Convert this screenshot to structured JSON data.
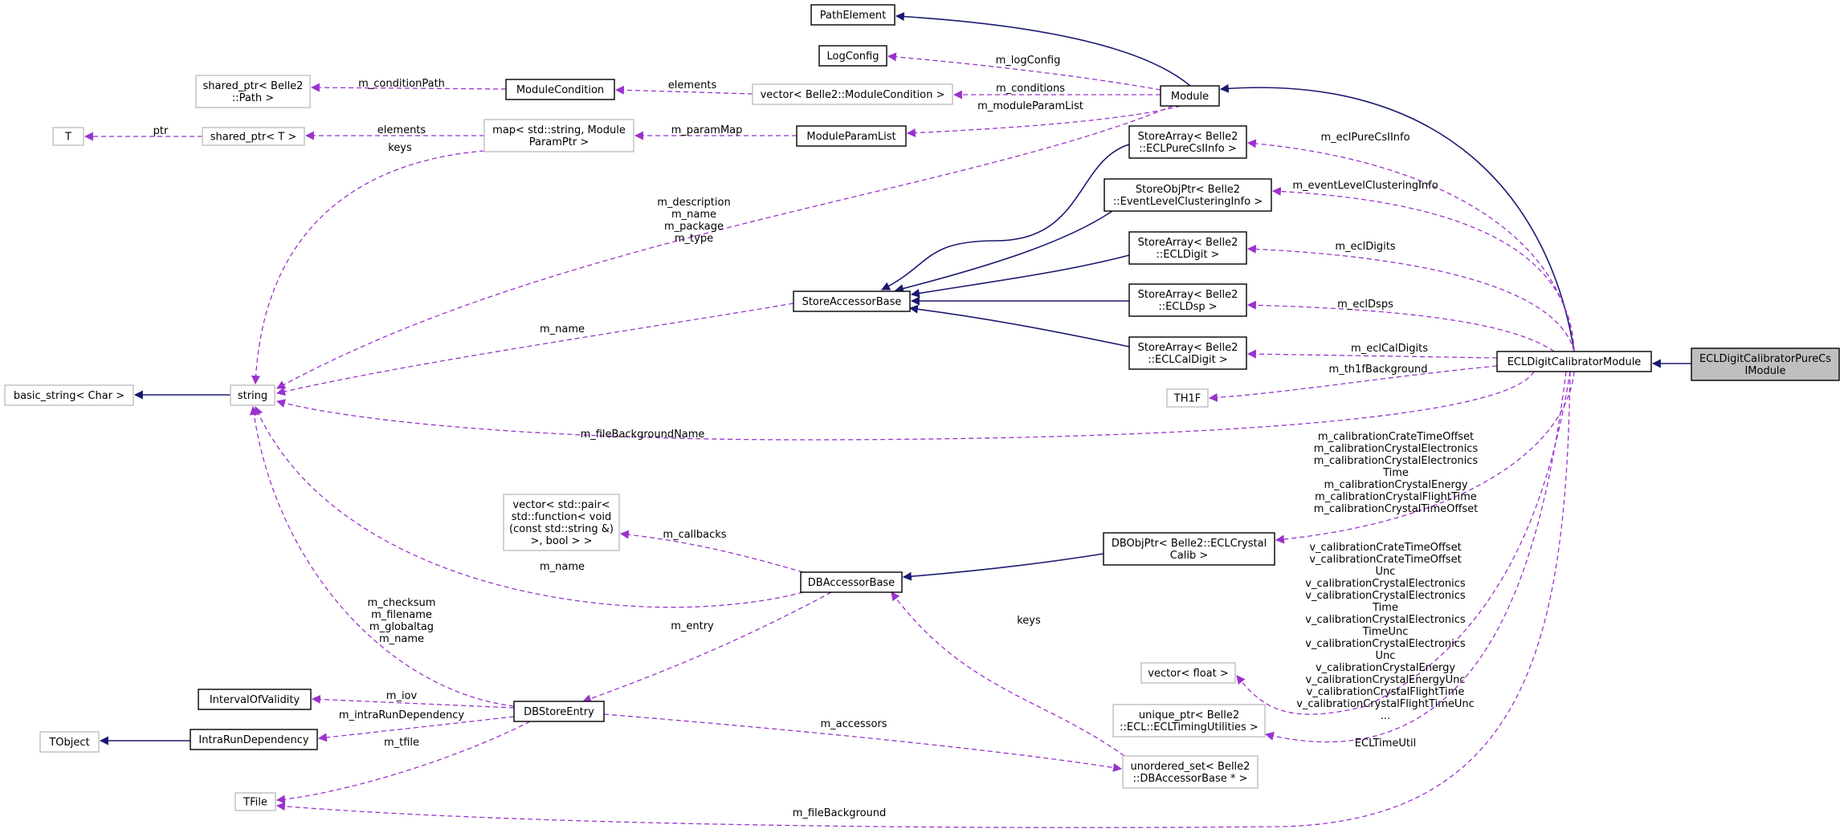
{
  "colors": {
    "inheritance_edge": "#191970",
    "usage_edge": "#9a32cd",
    "node_border": "#000000",
    "undocumented_border": "#bfbfbf",
    "highlight_fill": "#bfbfbf"
  },
  "nodes": [
    {
      "id": "PathElement",
      "lines": [
        "PathElement"
      ],
      "style": "doc"
    },
    {
      "id": "LogConfig",
      "lines": [
        "LogConfig"
      ],
      "style": "doc"
    },
    {
      "id": "SharedPtrPath",
      "lines": [
        "shared_ptr< Belle2",
        "::Path >"
      ],
      "style": "undoc"
    },
    {
      "id": "ModuleCondition",
      "lines": [
        "ModuleCondition"
      ],
      "style": "doc"
    },
    {
      "id": "VectorModuleCondition",
      "lines": [
        "vector< Belle2::ModuleCondition >"
      ],
      "style": "undoc"
    },
    {
      "id": "Module",
      "lines": [
        "Module"
      ],
      "style": "doc"
    },
    {
      "id": "T",
      "lines": [
        "T"
      ],
      "style": "undoc"
    },
    {
      "id": "SharedPtrT",
      "lines": [
        "shared_ptr< T >"
      ],
      "style": "undoc"
    },
    {
      "id": "MapParam",
      "lines": [
        "map< std::string, Module",
        "ParamPtr >"
      ],
      "style": "undoc"
    },
    {
      "id": "ModuleParamList",
      "lines": [
        "ModuleParamList"
      ],
      "style": "doc"
    },
    {
      "id": "SAPureCsI",
      "lines": [
        "StoreArray< Belle2",
        "::ECLPureCsIInfo >"
      ],
      "style": "doc"
    },
    {
      "id": "SOPEvent",
      "lines": [
        "StoreObjPtr< Belle2",
        "::EventLevelClusteringInfo >"
      ],
      "style": "doc"
    },
    {
      "id": "SADigit",
      "lines": [
        "StoreArray< Belle2",
        "::ECLDigit >"
      ],
      "style": "doc"
    },
    {
      "id": "StoreAccessorBase",
      "lines": [
        "StoreAccessorBase"
      ],
      "style": "doc"
    },
    {
      "id": "SADsp",
      "lines": [
        "StoreArray< Belle2",
        "::ECLDsp >"
      ],
      "style": "doc"
    },
    {
      "id": "SACalDigit",
      "lines": [
        "StoreArray< Belle2",
        "::ECLCalDigit >"
      ],
      "style": "doc"
    },
    {
      "id": "basic_string",
      "lines": [
        "basic_string< Char >"
      ],
      "style": "undoc"
    },
    {
      "id": "string",
      "lines": [
        "string"
      ],
      "style": "undoc"
    },
    {
      "id": "TH1F",
      "lines": [
        "TH1F"
      ],
      "style": "undoc"
    },
    {
      "id": "ECLDigitCalibratorModule",
      "lines": [
        "ECLDigitCalibratorModule"
      ],
      "style": "doc"
    },
    {
      "id": "ECLDigitCalibratorPureCsIModule",
      "lines": [
        "ECLDigitCalibratorPureCs",
        "IModule"
      ],
      "style": "highlight"
    },
    {
      "id": "VectorPair",
      "lines": [
        "vector< std::pair<",
        "std::function< void",
        "(const std::string &)",
        ">, bool > >"
      ],
      "style": "undoc"
    },
    {
      "id": "DBObjPtr",
      "lines": [
        "DBObjPtr< Belle2::ECLCrystal",
        "Calib >"
      ],
      "style": "doc"
    },
    {
      "id": "DBAccessorBase",
      "lines": [
        "DBAccessorBase"
      ],
      "style": "doc"
    },
    {
      "id": "VectorFloat",
      "lines": [
        "vector< float >"
      ],
      "style": "undoc"
    },
    {
      "id": "IntervalOfValidity",
      "lines": [
        "IntervalOfValidity"
      ],
      "style": "doc"
    },
    {
      "id": "DBStoreEntry",
      "lines": [
        "DBStoreEntry"
      ],
      "style": "doc"
    },
    {
      "id": "UniquePtr",
      "lines": [
        "unique_ptr< Belle2",
        "::ECL::ECLTimingUtilities >"
      ],
      "style": "undoc"
    },
    {
      "id": "TObject",
      "lines": [
        "TObject"
      ],
      "style": "undoc"
    },
    {
      "id": "IntraRunDependency",
      "lines": [
        "IntraRunDependency"
      ],
      "style": "doc"
    },
    {
      "id": "UnorderedSet",
      "lines": [
        "unordered_set< Belle2",
        "::DBAccessorBase * >"
      ],
      "style": "undoc"
    },
    {
      "id": "TFile",
      "lines": [
        "TFile"
      ],
      "style": "undoc"
    }
  ],
  "edges": [
    {
      "id": "e-pathelement-module",
      "kind": "inherit",
      "label_lines": []
    },
    {
      "id": "e-logconfig",
      "kind": "usage",
      "label_lines": [
        "m_logConfig"
      ]
    },
    {
      "id": "e-conditionpath",
      "kind": "usage",
      "label_lines": [
        "m_conditionPath"
      ]
    },
    {
      "id": "e-elements-cond",
      "kind": "usage",
      "label_lines": [
        "elements"
      ]
    },
    {
      "id": "e-conditions",
      "kind": "usage",
      "label_lines": [
        "m_conditions"
      ]
    },
    {
      "id": "e-module-ecl",
      "kind": "inherit",
      "label_lines": []
    },
    {
      "id": "e-ptr",
      "kind": "usage",
      "label_lines": [
        "ptr"
      ]
    },
    {
      "id": "e-elements-map",
      "kind": "usage",
      "label_lines": [
        "elements"
      ]
    },
    {
      "id": "e-parammap",
      "kind": "usage",
      "label_lines": [
        "m_paramMap"
      ]
    },
    {
      "id": "e-moduleparamlist",
      "kind": "usage",
      "label_lines": [
        "m_moduleParamList"
      ]
    },
    {
      "id": "e-keys-map",
      "kind": "usage",
      "label_lines": [
        "keys"
      ]
    },
    {
      "id": "e-module-string",
      "kind": "usage",
      "label_lines": [
        "m_description",
        "m_name",
        "m_package",
        "m_type"
      ]
    },
    {
      "id": "e-purecsi",
      "kind": "usage",
      "label_lines": [
        "m_eclPureCsIInfo"
      ]
    },
    {
      "id": "e-eventlevel",
      "kind": "usage",
      "label_lines": [
        "m_eventLevelClusteringInfo"
      ]
    },
    {
      "id": "e-ecldigits",
      "kind": "usage",
      "label_lines": [
        "m_eclDigits"
      ]
    },
    {
      "id": "e-ecldsps",
      "kind": "usage",
      "label_lines": [
        "m_eclDsps"
      ]
    },
    {
      "id": "e-eclcaldigits",
      "kind": "usage",
      "label_lines": [
        "m_eclCalDigits"
      ]
    },
    {
      "id": "e-th1f",
      "kind": "usage",
      "label_lines": [
        "m_th1fBackground"
      ]
    },
    {
      "id": "e-sa-purecsi",
      "kind": "inherit",
      "label_lines": []
    },
    {
      "id": "e-sop-event",
      "kind": "inherit",
      "label_lines": []
    },
    {
      "id": "e-sa-digit",
      "kind": "inherit",
      "label_lines": []
    },
    {
      "id": "e-sa-dsp",
      "kind": "inherit",
      "label_lines": []
    },
    {
      "id": "e-sa-caldigit",
      "kind": "inherit",
      "label_lines": []
    },
    {
      "id": "e-sab-string",
      "kind": "usage",
      "label_lines": [
        "m_name"
      ]
    },
    {
      "id": "e-basic-string",
      "kind": "inherit",
      "label_lines": []
    },
    {
      "id": "e-filebackgroundname",
      "kind": "usage",
      "label_lines": [
        "m_fileBackgroundName"
      ]
    },
    {
      "id": "e-purecsi-ecl",
      "kind": "inherit",
      "label_lines": []
    },
    {
      "id": "e-calibration",
      "kind": "usage",
      "label_lines": [
        "m_calibrationCrateTimeOffset",
        "m_calibrationCrystalElectronics",
        "m_calibrationCrystalElectronics",
        "Time",
        "m_calibrationCrystalEnergy",
        "m_calibrationCrystalFlightTime",
        "m_calibrationCrystalTimeOffset"
      ]
    },
    {
      "id": "e-callbacks",
      "kind": "usage",
      "label_lines": [
        "m_callbacks"
      ]
    },
    {
      "id": "e-dbab-string",
      "kind": "usage",
      "label_lines": [
        "m_name"
      ]
    },
    {
      "id": "e-dbobj-dbab",
      "kind": "inherit",
      "label_lines": []
    },
    {
      "id": "e-vcalibration",
      "kind": "usage",
      "label_lines": [
        "v_calibrationCrateTimeOffset",
        "v_calibrationCrateTimeOffset",
        "Unc",
        "v_calibrationCrystalElectronics",
        "v_calibrationCrystalElectronics",
        "Time",
        "v_calibrationCrystalElectronics",
        "TimeUnc",
        "v_calibrationCrystalElectronics",
        "Unc",
        "v_calibrationCrystalEnergy",
        "v_calibrationCrystalEnergyUnc",
        "v_calibrationCrystalFlightTime",
        "v_calibrationCrystalFlightTimeUnc",
        "..."
      ]
    },
    {
      "id": "e-keys-set",
      "kind": "usage",
      "label_lines": [
        "keys"
      ]
    },
    {
      "id": "e-entry",
      "kind": "usage",
      "label_lines": [
        "m_entry"
      ]
    },
    {
      "id": "e-dbstore-string",
      "kind": "usage",
      "label_lines": [
        "m_checksum",
        "m_filename",
        "m_globaltag",
        "m_name"
      ]
    },
    {
      "id": "e-iov",
      "kind": "usage",
      "label_lines": [
        "m_iov"
      ]
    },
    {
      "id": "e-intrarun",
      "kind": "usage",
      "label_lines": [
        "m_intraRunDependency"
      ]
    },
    {
      "id": "e-tobject",
      "kind": "inherit",
      "label_lines": []
    },
    {
      "id": "e-accessors",
      "kind": "usage",
      "label_lines": [
        "m_accessors"
      ]
    },
    {
      "id": "e-tfile",
      "kind": "usage",
      "label_lines": [
        "m_tfile"
      ]
    },
    {
      "id": "e-timeutil",
      "kind": "usage",
      "label_lines": [
        "ECLTimeUtil"
      ]
    },
    {
      "id": "e-filebackground",
      "kind": "usage",
      "label_lines": [
        "m_fileBackground"
      ]
    }
  ]
}
